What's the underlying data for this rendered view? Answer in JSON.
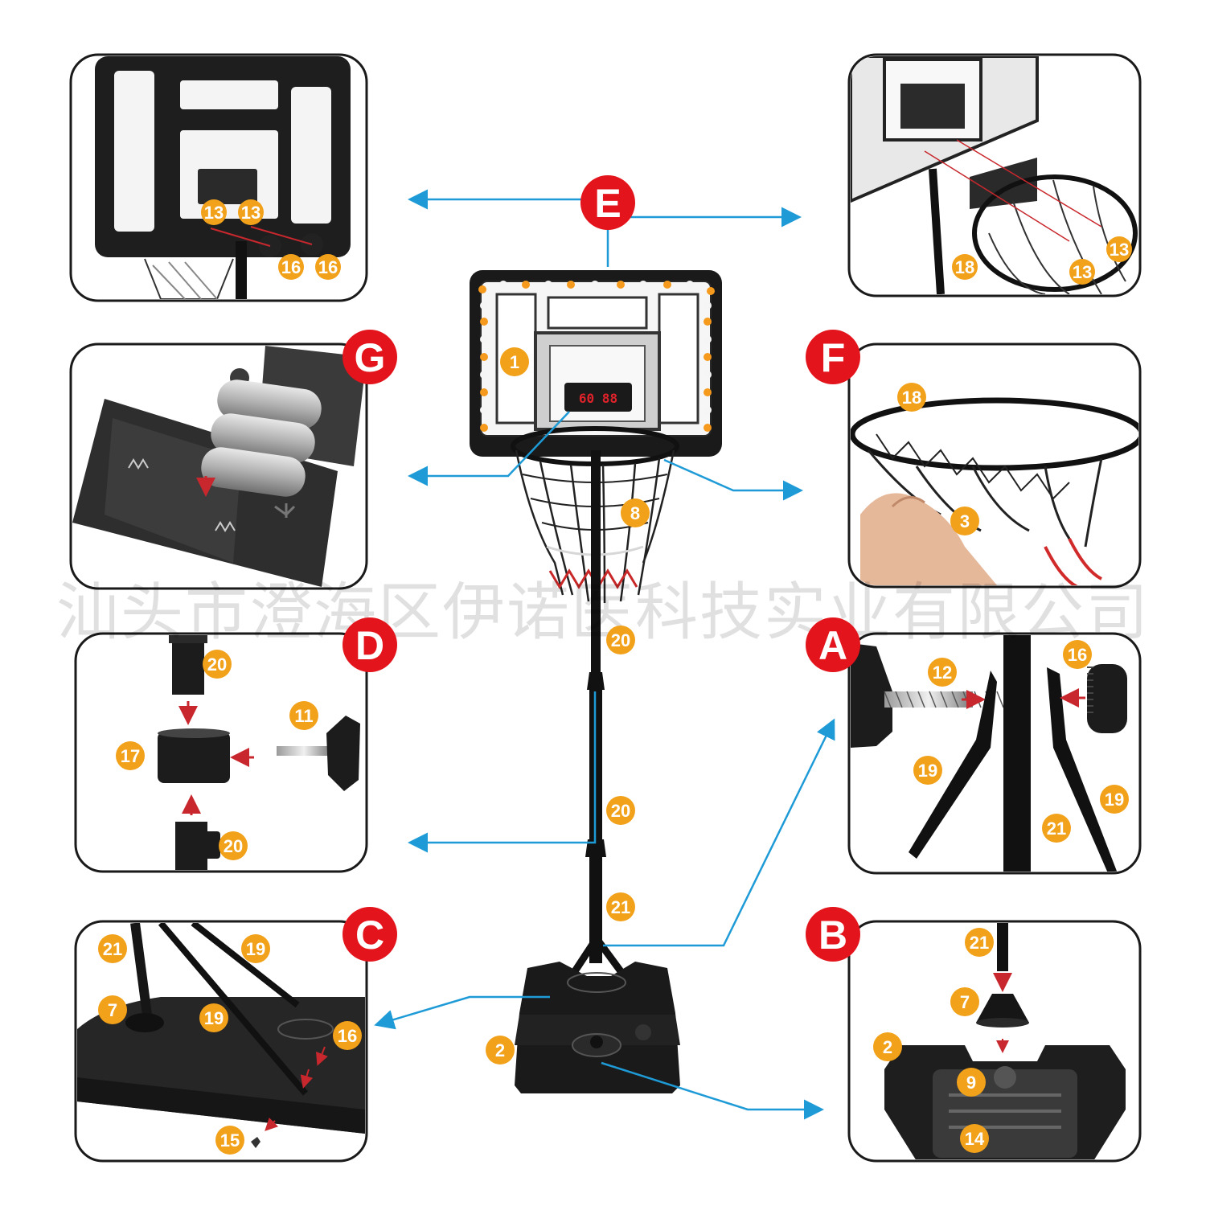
{
  "colors": {
    "panel_border": "#1a1a1a",
    "badge_fill": "#f2a11a",
    "letter_fill": "#e3141b",
    "arrow": "#1e9bd7",
    "red_arrow": "#c8282d",
    "metal": "#1c1c1c"
  },
  "watermark": "汕头市澄海区伊诺医科技实业有限公司",
  "scoreboard": "60 88",
  "panels": {
    "E_left": {
      "letter": "",
      "parts": [
        "13",
        "13",
        "16",
        "16"
      ]
    },
    "E_right": {
      "letter": "",
      "parts": [
        "18",
        "13",
        "13"
      ]
    },
    "G": {
      "letter": "G",
      "parts": []
    },
    "F": {
      "letter": "F",
      "parts": [
        "18",
        "3"
      ]
    },
    "D": {
      "letter": "D",
      "parts": [
        "20",
        "11",
        "17",
        "20"
      ]
    },
    "A": {
      "letter": "A",
      "parts": [
        "12",
        "16",
        "19",
        "19",
        "21"
      ]
    },
    "C": {
      "letter": "C",
      "parts": [
        "21",
        "19",
        "7",
        "19",
        "16",
        "15"
      ]
    },
    "B": {
      "letter": "B",
      "parts": [
        "21",
        "7",
        "2",
        "9",
        "14"
      ]
    }
  },
  "center": {
    "letter": "E",
    "parts": [
      "1",
      "8",
      "20",
      "20",
      "21",
      "2"
    ]
  }
}
